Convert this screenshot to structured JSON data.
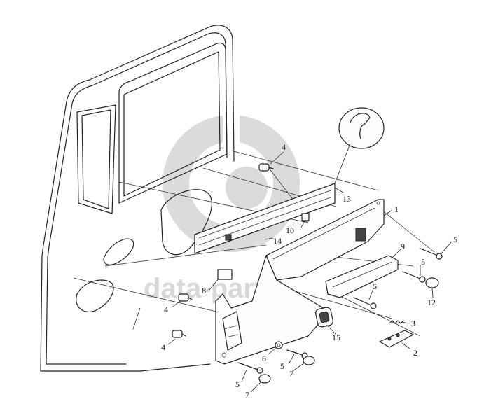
{
  "watermark": {
    "text": "data-parts"
  },
  "callouts": [
    {
      "id": "c1",
      "label": "1"
    },
    {
      "id": "c2",
      "label": "2"
    },
    {
      "id": "c3",
      "label": "3"
    },
    {
      "id": "c4a",
      "label": "4"
    },
    {
      "id": "c4b",
      "label": "4"
    },
    {
      "id": "c4c",
      "label": "4"
    },
    {
      "id": "c5a",
      "label": "5"
    },
    {
      "id": "c5b",
      "label": "5"
    },
    {
      "id": "c5c",
      "label": "5"
    },
    {
      "id": "c5d",
      "label": "5"
    },
    {
      "id": "c5e",
      "label": "5"
    },
    {
      "id": "c6",
      "label": "6"
    },
    {
      "id": "c7a",
      "label": "7"
    },
    {
      "id": "c7b",
      "label": "7"
    },
    {
      "id": "c8",
      "label": "8"
    },
    {
      "id": "c9",
      "label": "9"
    },
    {
      "id": "c10",
      "label": "10"
    },
    {
      "id": "c12",
      "label": "12"
    },
    {
      "id": "c13",
      "label": "13"
    },
    {
      "id": "c14",
      "label": "14"
    },
    {
      "id": "c15",
      "label": "15"
    }
  ]
}
